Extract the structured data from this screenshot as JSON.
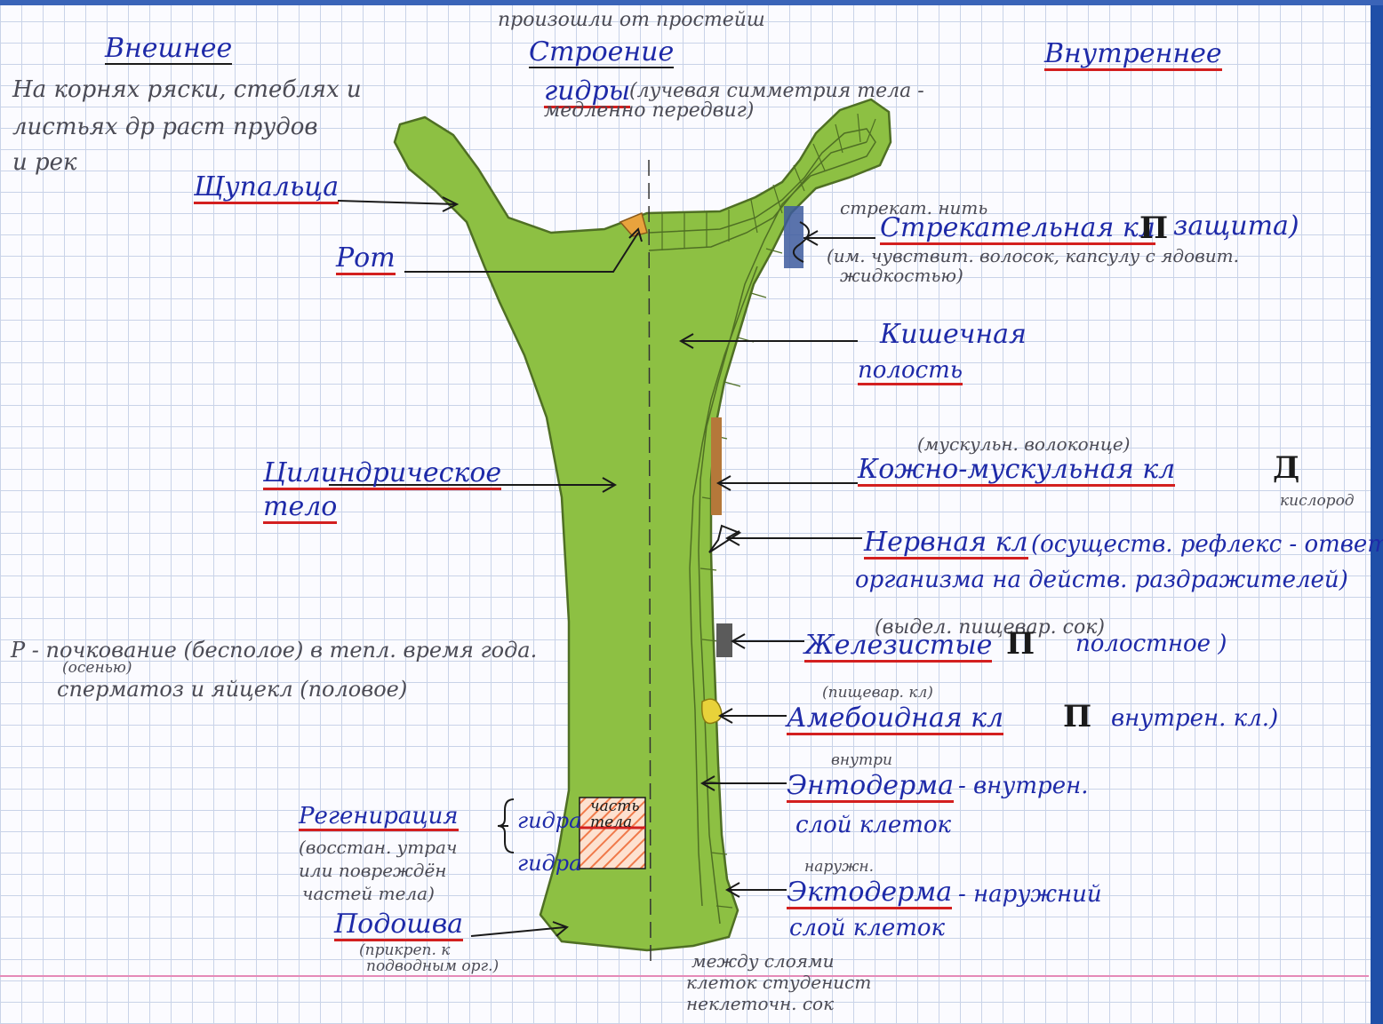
{
  "header": {
    "left": "Внешнее",
    "center_top": "произошли от простейш",
    "center_1": "Строение",
    "center_2": "гидры",
    "center_note_1": "(лучевая симметрия тела -",
    "center_note_2": "медленно передвиг)",
    "right": "Внутреннее"
  },
  "habitat": {
    "line1": "На корнях ряски, стеблях и",
    "line2": "листьях др раст прудов",
    "line3": "и рек"
  },
  "left_labels": {
    "tentacles": "Щупальца",
    "mouth": "Рот",
    "body_1": "Цилиндрическое",
    "body_2": "тело",
    "reproduction_1": "Р - почкование (бесполое) в тепл. время года.",
    "reproduction_note": "(осенью)",
    "reproduction_2": "сперматоз и яйцекл (половое)",
    "regeneration": "Регенирация",
    "regeneration_note_1": "(восстан. утрач",
    "regeneration_note_2": "или повреждён",
    "regeneration_note_3": "частей тела)",
    "hydra_part": "гидра",
    "part_word": "часть",
    "body_word": "тела",
    "hydra_whole": "гидра",
    "sole": "Подошва",
    "sole_note_1": "(прикреп. к",
    "sole_note_2": "подводным орг.)"
  },
  "right_labels": {
    "thread_note": "стрекат. нить",
    "stinging_cell": "Стрекательная кл",
    "stinging_box": "П",
    "stinging_func": "защита)",
    "stinging_desc_1": "(им. чувствит. волосок, капсулу с ядовит.",
    "stinging_desc_2": "жидкостью)",
    "gut_1": "Кишечная",
    "gut_2": "полость",
    "muscle_note": "(мускульн. волоконце)",
    "muscle_cell": "Кожно-мускульная кл",
    "muscle_box": "Д",
    "oxygen": "кислород",
    "nerve_cell": "Нервная кл",
    "nerve_desc_1": "(осуществ. рефлекс - ответ",
    "nerve_desc_2": "организма на действ. раздражителей)",
    "gland_note": "(выдел. пищевар. сок)",
    "gland_cell": "Железистые",
    "gland_box": "П",
    "gland_func": "полостное )",
    "amoeb_note": "(пищевар. кл)",
    "amoeb_cell": "Амебоидная кл",
    "amoeb_box": "П",
    "amoeb_func": "внутрен. кл.)",
    "endo_note": "внутри",
    "endoderm": "Энтодерма",
    "endo_desc_1": "- внутрен.",
    "endo_desc_2": "слой клеток",
    "ecto_note": "наружн.",
    "ectoderm": "Эктодерма",
    "ecto_desc_1": "- наружний",
    "ecto_desc_2": "слой клеток",
    "bottom_1": "между слоями",
    "bottom_2": "клеток студенист",
    "bottom_3": "неклеточн. сок"
  },
  "colors": {
    "hydra_body": "#8dc043",
    "hydra_outline": "#4f6f24",
    "mouth": "#e9a33d",
    "underline_red": "#d31f1f",
    "label_blue": "#1e2aa8",
    "regen_stripe": "#f07a4a",
    "stinging_cell": "#3d5a9e",
    "muscle_cell": "#b5783a",
    "gland_cell": "#5b5b5b",
    "amoeb_cell": "#e8d23a"
  }
}
